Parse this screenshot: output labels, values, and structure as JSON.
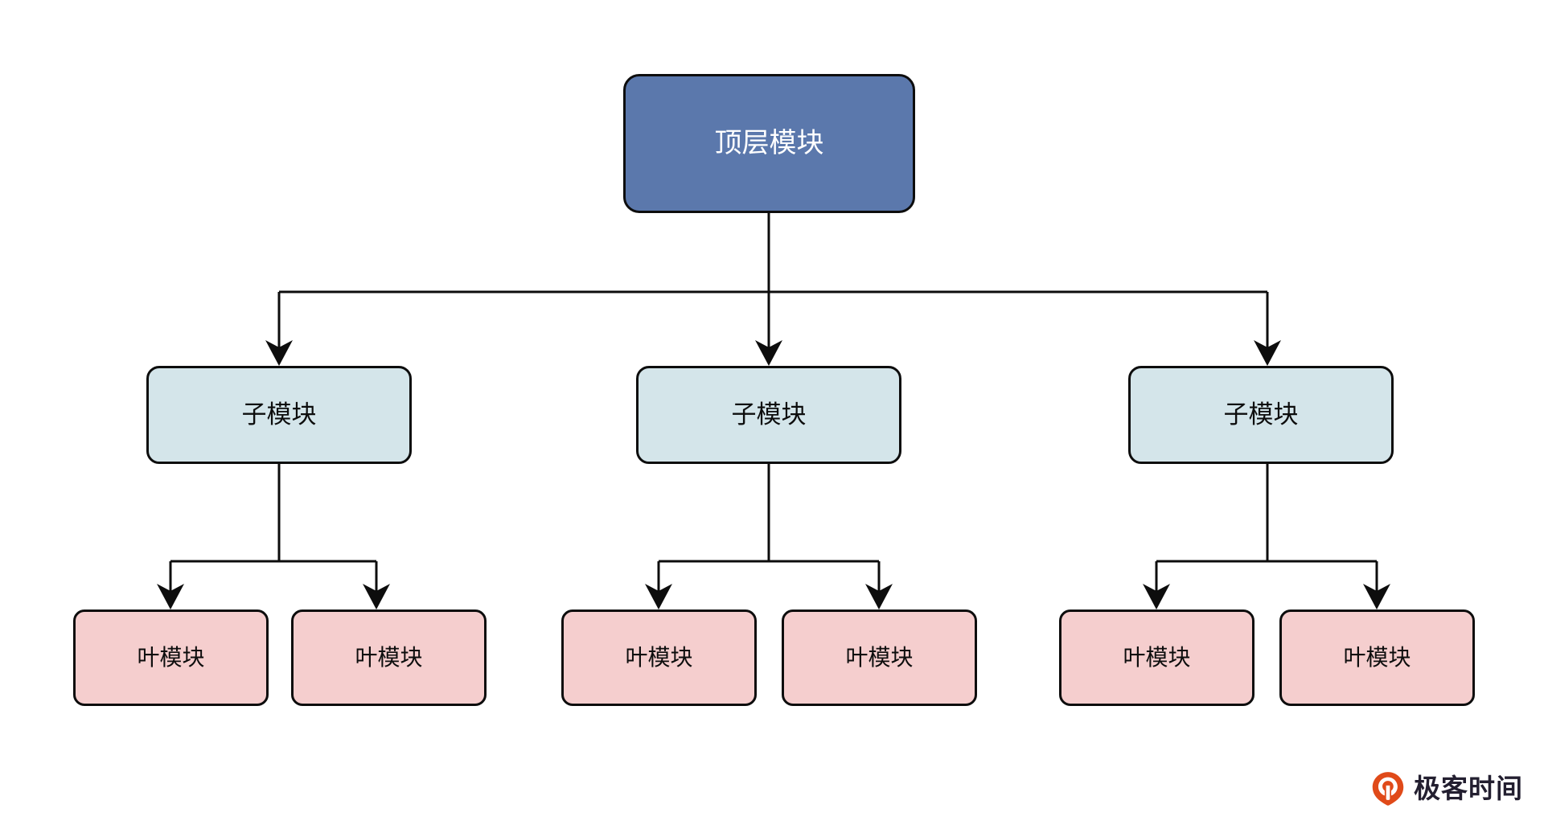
{
  "diagram": {
    "type": "hierarchy-tree",
    "title": "",
    "background_color": "#ffffff",
    "edge_color": "#0d0d0d",
    "levels": [
      {
        "name": "top-level",
        "fill_color": "#5b78ac",
        "text_color": "#ffffff",
        "nodes": [
          {
            "id": "root",
            "label": "顶层模块"
          }
        ]
      },
      {
        "name": "sub-level",
        "fill_color": "#d4e5ea",
        "text_color": "#0d0d0d",
        "nodes": [
          {
            "id": "sub-1",
            "label": "子模块"
          },
          {
            "id": "sub-2",
            "label": "子模块"
          },
          {
            "id": "sub-3",
            "label": "子模块"
          }
        ]
      },
      {
        "name": "leaf-level",
        "fill_color": "#f5cece",
        "text_color": "#0d0d0d",
        "nodes": [
          {
            "id": "leaf-1",
            "label": "叶模块"
          },
          {
            "id": "leaf-2",
            "label": "叶模块"
          },
          {
            "id": "leaf-3",
            "label": "叶模块"
          },
          {
            "id": "leaf-4",
            "label": "叶模块"
          },
          {
            "id": "leaf-5",
            "label": "叶模块"
          },
          {
            "id": "leaf-6",
            "label": "叶模块"
          }
        ]
      }
    ]
  },
  "branding": {
    "logo_text": "极客时间",
    "logo_icon": "geektime-circle-pin-icon",
    "logo_color_outer": "#e04a19",
    "logo_color_inner": "#ffffff",
    "logo_text_color": "#231f30"
  }
}
